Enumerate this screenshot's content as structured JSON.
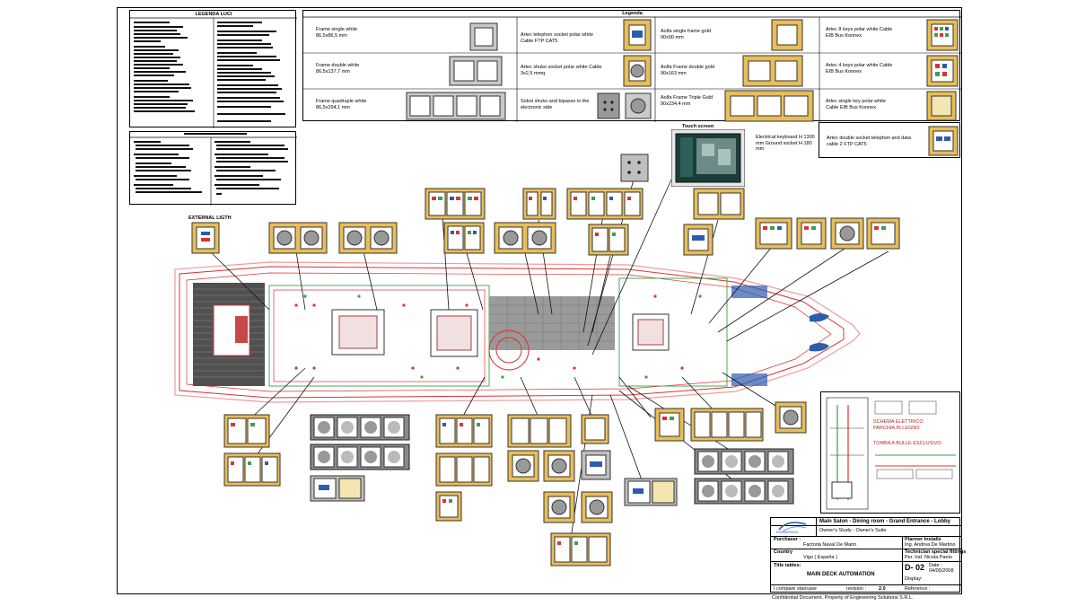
{
  "legenda_title": "Legenda",
  "external_light_label": "EXTERNAL LIGTH",
  "touch_screen_label": "Touch screen",
  "panel_left_title": "LEGENDA LUCI",
  "legend": {
    "frames": [
      {
        "label": "Frame single white 86,5x86,5 mm"
      },
      {
        "label": "Frame double white 86,5x137,7 mm"
      },
      {
        "label": "Frame quadruple white 86,5x294,1 mm"
      }
    ],
    "sockets": [
      {
        "label": "Artec telephon socket polar white Cable FTP CAT5"
      },
      {
        "label": "Artec shuko socket polar white Cable 3x2,5 mmq"
      },
      {
        "label": "Sokot shuko and bipasso in the electronic side"
      }
    ],
    "gold_frames": [
      {
        "label": "Aolfa single frame gold 90x90 mm"
      },
      {
        "label": "Aolfa Frame double gold 90x163 mm"
      },
      {
        "label": "Aolfa Frame Triple Gold 90x234,4 mm"
      }
    ],
    "keypads": [
      {
        "label": "Artec 8 keys polar white Cable EIB Bus Konnex"
      },
      {
        "label": "Artec 4 keys polar white Cable EIB Bus Konnex"
      },
      {
        "label": "Artec single key polar white Cable EIB Bus Konnex"
      },
      {
        "label": "Artec double socket telephon and data cable 2 FTP CAT5"
      }
    ]
  },
  "keyboard_note": "Electrical keyboard H 1300 mm Ground socket H 180 mm",
  "title_block": {
    "rooms_line1": "Main Salon - Dining room - Grand Entrance - Lobby",
    "rooms_line2": "Owner's Study - Owner's Suite",
    "purchaser_label": "Purchaser :",
    "purchaser": "Factoria Naval De Marin",
    "planner_label": "Planner Installs",
    "planner": "Ing. Andrea De Martino",
    "country_label": "Country",
    "country": "Vigo ( Espaňa )",
    "technician_label": "Technician special fittings",
    "technician": "Per. Ind. Nicola Panio",
    "title_label": "Title tables:",
    "title": "MAIN DECK AUTOMATION",
    "drawing_no": "D- 02",
    "date_label": "Date :",
    "date": "04/05/2008",
    "display_label": "Display:",
    "scale_label": "I compare staircase",
    "revision_label": "revision :",
    "revision": "2.0",
    "reference_label": "Reference :",
    "company": "ENGINEERING"
  },
  "confidential": "Confidential Document. Property of Engineering Solutions S.R.L.",
  "inset_right": {
    "title1": "SCHEMA ELETTRICO PARCHIA IN LEGNO",
    "title2": "TOMBA A BULLE ESCLUSIVO"
  },
  "colors": {
    "gold": "#e8be5a",
    "wall_red": "#e03030",
    "hull_pink": "#f39a9a",
    "glass_blue": "#2a5db0",
    "floor_grey": "#9a9a9a",
    "deck_dark": "#505050"
  }
}
